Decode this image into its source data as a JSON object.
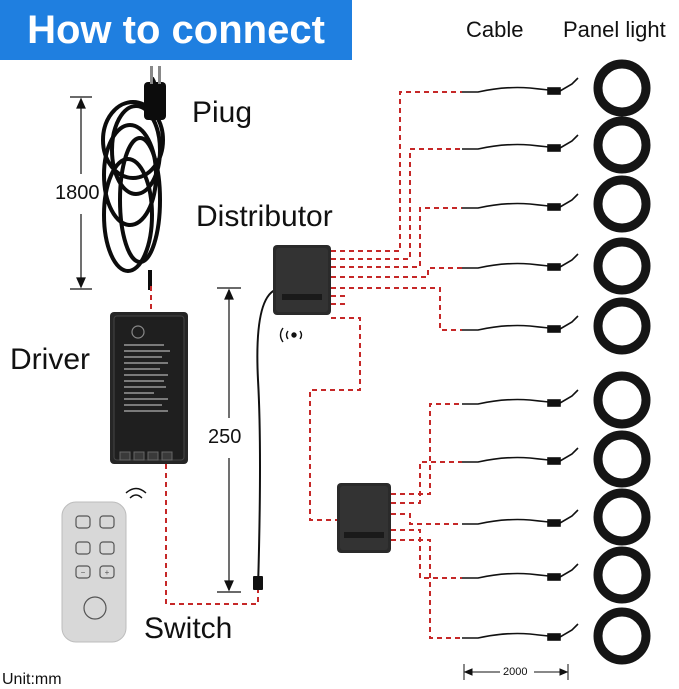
{
  "title": "How to connect",
  "labels": {
    "cable": "Cable",
    "panel_light": "Panel light",
    "plug": "Piug",
    "distributor": "Distributor",
    "driver": "Driver",
    "switch": "Switch",
    "unit": "Unit:mm"
  },
  "dimensions": {
    "plug_cable": "1800",
    "switch_cable": "250",
    "light_cable": "2000"
  },
  "colors": {
    "banner": "#1f7fe0",
    "wire_dashed": "#c62828",
    "device": "#2a2a2a",
    "ring": "#151515"
  },
  "icons": [
    "plug-icon",
    "driver-icon",
    "distributor-icon",
    "remote-control-icon",
    "cable-icon",
    "panel-light-ring-icon",
    "wireless-signal-icon"
  ],
  "panel_light_count": 10
}
